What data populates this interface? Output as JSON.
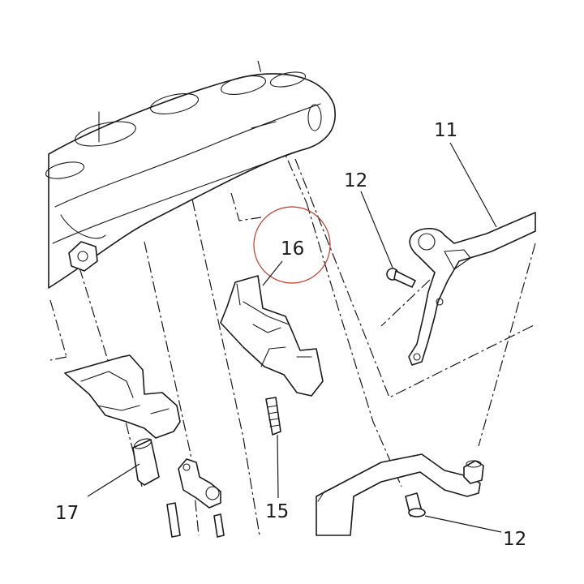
{
  "diagram": {
    "callouts": [
      {
        "id": "callout-11",
        "label": "11"
      },
      {
        "id": "callout-12-top",
        "label": "12"
      },
      {
        "id": "callout-16",
        "label": "16"
      },
      {
        "id": "callout-17",
        "label": "17"
      },
      {
        "id": "callout-15",
        "label": "15"
      },
      {
        "id": "callout-12-bottom",
        "label": "12"
      }
    ],
    "highlight_color": "#c0392b",
    "line_color": "#1a1a1a"
  }
}
